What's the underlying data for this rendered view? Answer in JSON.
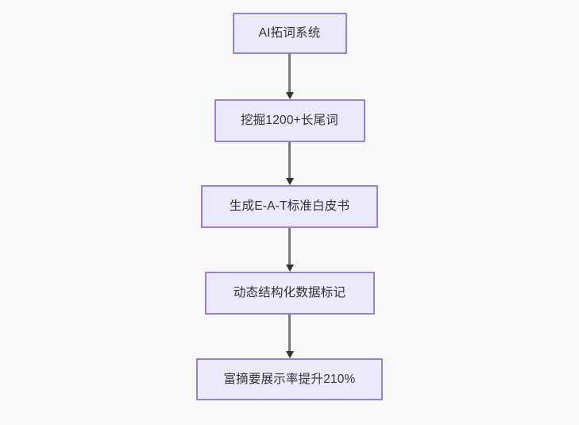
{
  "diagram": {
    "type": "flowchart",
    "direction": "top-to-bottom",
    "background_color": "#f8f8f8",
    "node_fill_color": "#ece9fc",
    "node_border_color": "#9a7fd4",
    "node_text_color": "#333333",
    "connector_line_color": "#797979",
    "connector_arrow_color": "#333333",
    "nodes": [
      {
        "id": "node-1",
        "label": "AI拓词系统"
      },
      {
        "id": "node-2",
        "label": "挖掘1200+长尾词"
      },
      {
        "id": "node-3",
        "label": "生成E-A-T标准白皮书"
      },
      {
        "id": "node-4",
        "label": "动态结构化数据标记"
      },
      {
        "id": "node-5",
        "label": "富摘要展示率提升210%"
      }
    ],
    "edges": [
      {
        "id": "edge-1",
        "from": "node-1",
        "to": "node-2",
        "arrow": "down-arrow"
      },
      {
        "id": "edge-2",
        "from": "node-2",
        "to": "node-3",
        "arrow": "down-arrow"
      },
      {
        "id": "edge-3",
        "from": "node-3",
        "to": "node-4",
        "arrow": "down-arrow"
      },
      {
        "id": "edge-4",
        "from": "node-4",
        "to": "node-5",
        "arrow": "down-arrow"
      }
    ]
  }
}
